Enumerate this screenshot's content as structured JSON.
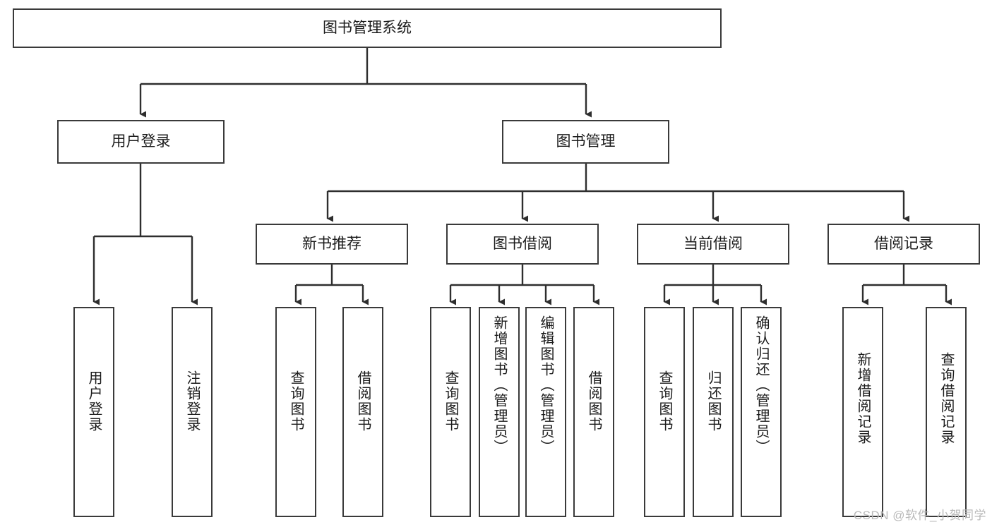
{
  "diagram": {
    "title": "图书管理系统",
    "type": "tree-hierarchy-chart",
    "colors": {
      "box_border": "#3a3a3a",
      "box_fill": "#ffffff",
      "edge": "#2e2e2e",
      "text": "#1b1b1b",
      "watermark": "#b9b9b9",
      "background": "#ffffff"
    },
    "root": {
      "label": "图书管理系统"
    },
    "level2": [
      {
        "label": "用户登录"
      },
      {
        "label": "图书管理"
      }
    ],
    "level3": [
      {
        "label": "新书推荐"
      },
      {
        "label": "图书借阅"
      },
      {
        "label": "当前借阅"
      },
      {
        "label": "借阅记录"
      }
    ],
    "leaves": {
      "user_login": [
        {
          "label": "用户登录"
        },
        {
          "label": "注销登录"
        }
      ],
      "new_book_recommend": [
        {
          "label": "查询图书"
        },
        {
          "label": "借阅图书"
        }
      ],
      "book_borrow": [
        {
          "label": "查询图书"
        },
        {
          "label": "新增图书（管理员）"
        },
        {
          "label": "编辑图书（管理员）"
        },
        {
          "label": "借阅图书"
        }
      ],
      "current_borrow": [
        {
          "label": "查询图书"
        },
        {
          "label": "归还图书"
        },
        {
          "label": "确认归还（管理员）"
        }
      ],
      "borrow_record": [
        {
          "label": "新增借阅记录"
        },
        {
          "label": "查询借阅记录"
        }
      ]
    },
    "watermark": "CSDN @软件_小贺同学"
  }
}
